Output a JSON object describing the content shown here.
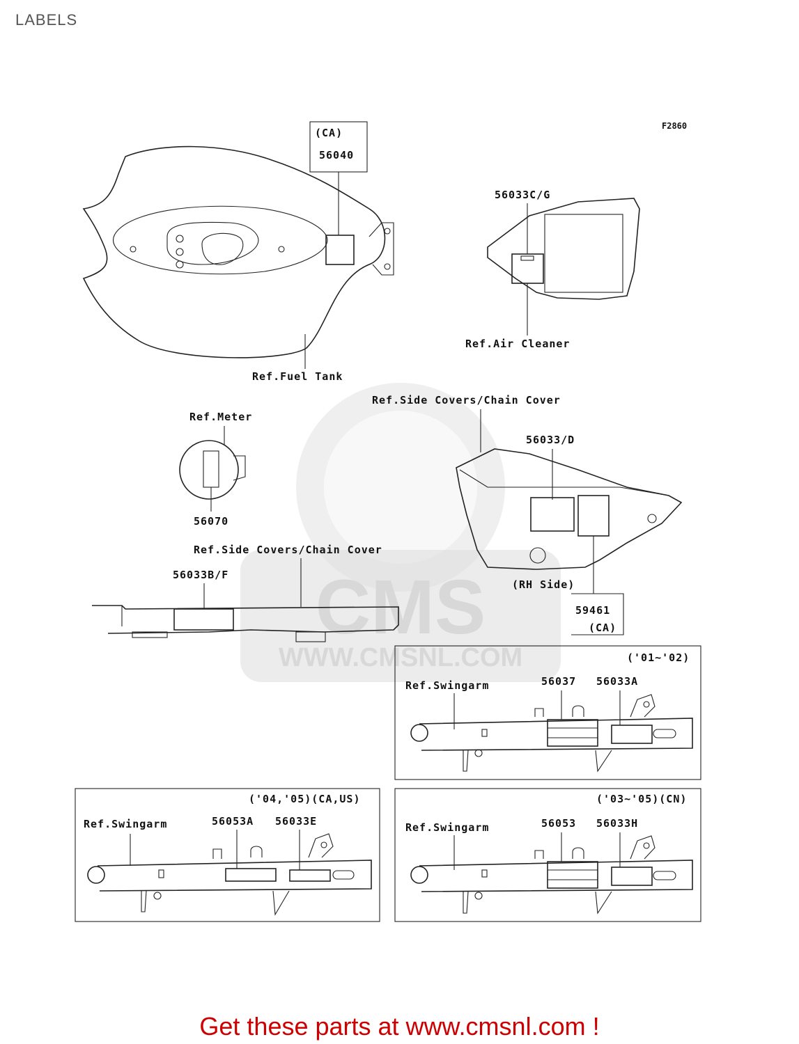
{
  "page": {
    "title": "LABELS",
    "promo": "Get these parts at www.cmsnl.com !"
  },
  "figure_id": "F2860",
  "watermark": {
    "brand": "CMS",
    "url": "WWW.CMSNL.COM",
    "color": "#d6d6d6"
  },
  "fuel_tank": {
    "region_tag": "(CA)",
    "part": "56040",
    "ref": "Ref.Fuel Tank"
  },
  "air_cleaner": {
    "part": "56033C/G",
    "ref": "Ref.Air Cleaner"
  },
  "meter": {
    "ref": "Ref.Meter",
    "part": "56070"
  },
  "side_cover_rh": {
    "ref": "Ref.Side Covers/Chain Cover",
    "part": "56033/D",
    "side": "(RH Side)",
    "part2": "59461",
    "region_tag": "(CA)"
  },
  "chain_cover": {
    "ref": "Ref.Side Covers/Chain Cover",
    "part": "56033B/F"
  },
  "swingarm_01_02": {
    "years": "('01~'02)",
    "ref": "Ref.Swingarm",
    "part_a": "56037",
    "part_b": "56033A"
  },
  "swingarm_04_05": {
    "years": "('04,'05)(CA,US)",
    "ref": "Ref.Swingarm",
    "part_a": "56053A",
    "part_b": "56033E"
  },
  "swingarm_03_05": {
    "years": "('03~'05)(CN)",
    "ref": "Ref.Swingarm",
    "part_a": "56053",
    "part_b": "56033H"
  }
}
